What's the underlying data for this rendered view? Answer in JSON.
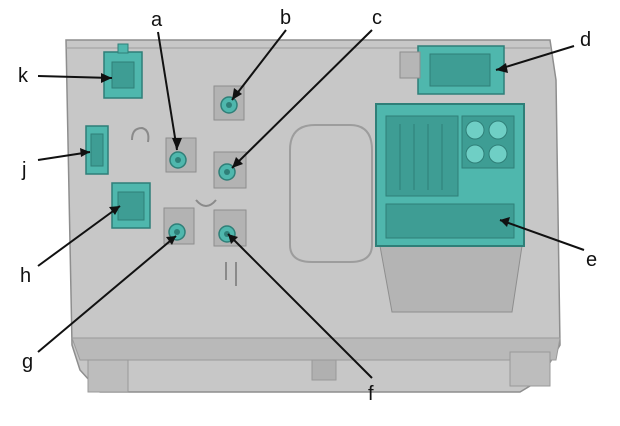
{
  "diagram": {
    "labels": {
      "a": "a",
      "b": "b",
      "c": "c",
      "d": "d",
      "e": "e",
      "f": "f",
      "g": "g",
      "h": "h",
      "j": "j",
      "k": "k"
    },
    "colors": {
      "housing": "#c7c7c7",
      "housing_dark": "#a9a9a9",
      "connector": "#4fb7ad",
      "connector_dark": "#2f7f78",
      "line": "#111111"
    }
  }
}
